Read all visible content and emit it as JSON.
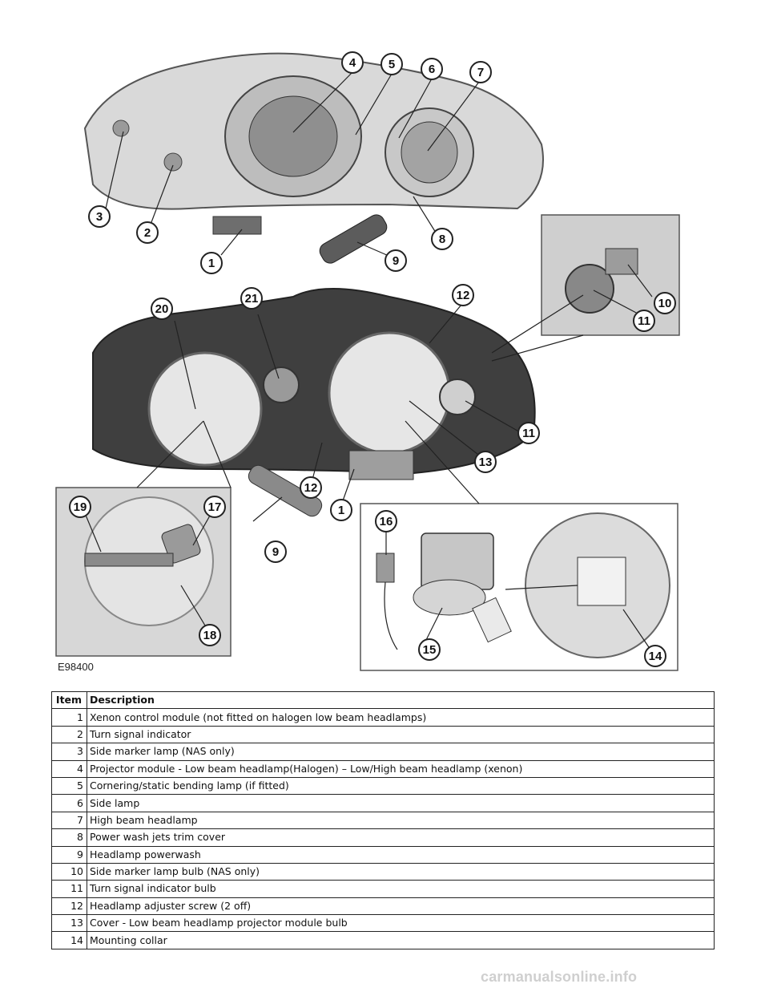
{
  "figure": {
    "code": "E98400",
    "callouts": [
      "1",
      "2",
      "3",
      "4",
      "5",
      "6",
      "7",
      "8",
      "9",
      "10",
      "11",
      "12",
      "13",
      "14",
      "15",
      "16",
      "17",
      "18",
      "19",
      "20",
      "21"
    ]
  },
  "table": {
    "headers": [
      "Item",
      "Description"
    ],
    "rows": [
      {
        "item": "1",
        "description": "Xenon control module (not fitted on halogen low beam headlamps)"
      },
      {
        "item": "2",
        "description": "Turn signal indicator"
      },
      {
        "item": "3",
        "description": "Side marker lamp (NAS only)"
      },
      {
        "item": "4",
        "description": "Projector module - Low beam headlamp(Halogen) – Low/High beam headlamp (xenon)"
      },
      {
        "item": "5",
        "description": "Cornering/static bending lamp (if fitted)"
      },
      {
        "item": "6",
        "description": "Side lamp"
      },
      {
        "item": "7",
        "description": "High beam headlamp"
      },
      {
        "item": "8",
        "description": "Power wash jets trim cover"
      },
      {
        "item": "9",
        "description": "Headlamp powerwash"
      },
      {
        "item": "10",
        "description": "Side marker lamp bulb (NAS only)"
      },
      {
        "item": "11",
        "description": "Turn signal indicator bulb"
      },
      {
        "item": "12",
        "description": "Headlamp adjuster screw (2 off)"
      },
      {
        "item": "13",
        "description": "Cover - Low beam headlamp projector module bulb"
      },
      {
        "item": "14",
        "description": "Mounting collar"
      }
    ]
  },
  "watermark": "carmanualsonline.info"
}
